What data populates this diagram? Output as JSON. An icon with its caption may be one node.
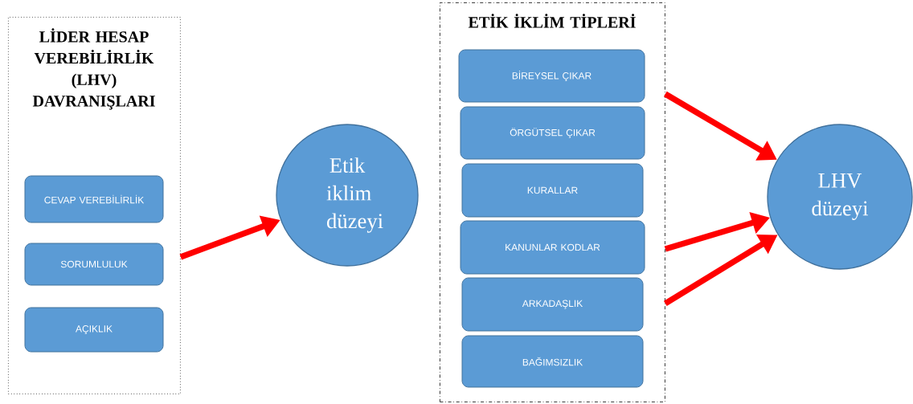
{
  "diagram": {
    "nodes": [
      {
        "text": [
          "LİDER HESAP VEREBİLİRLİK (LHV) DAVRANIŞLARI"
        ]
      },
      {
        "text": [
          "CEVAP VEREBİLİRLİK"
        ],
        "in": 0
      },
      {
        "text": [
          "SORUMLULUK"
        ],
        "in": 0
      },
      {
        "text": [
          "AÇIKLIK"
        ],
        "in": 0
      },
      {
        "text": [
          "Etik iklim düzeyi"
        ]
      },
      {
        "text": [
          "ETİK İKLİM TİPLERİ"
        ]
      },
      {
        "text": [
          "BİREYSEL ÇIKAR"
        ],
        "in": 5
      },
      {
        "text": [
          "ÖRGÜTSEL ÇIKAR"
        ],
        "in": 5
      },
      {
        "text": [
          "KURALLAR"
        ],
        "in": 5
      },
      {
        "text": [
          "KANUNLAR KODLAR"
        ],
        "in": 5
      },
      {
        "text": [
          "ARKADAŞLIK"
        ],
        "in": 5
      },
      {
        "text": [
          "BAĞIMSIZLIK"
        ],
        "in": 5
      },
      {
        "text": [
          "LHV düzeyi"
        ]
      }
    ],
    "edges": [
      {
        "from": 0,
        "to": 4,
        "arrow": "to"
      },
      {
        "from": 5,
        "to": 12,
        "arrow": "to"
      },
      {
        "from": 5,
        "to": 12,
        "arrow": "to"
      },
      {
        "from": 5,
        "to": 12,
        "arrow": "to"
      }
    ]
  }
}
